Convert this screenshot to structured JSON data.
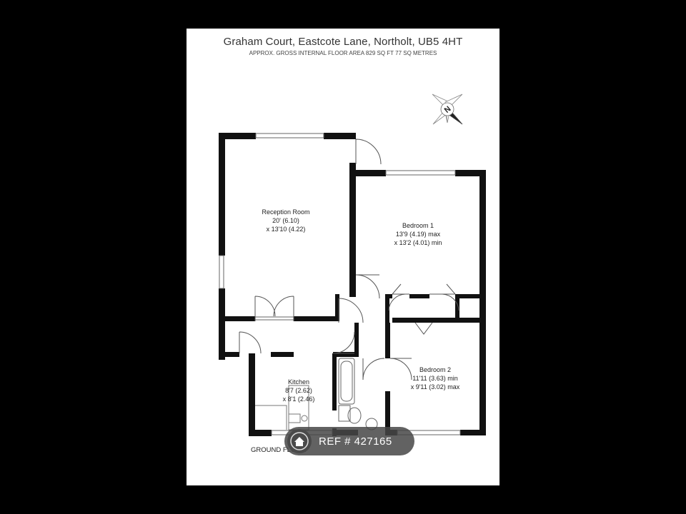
{
  "plan": {
    "title": "Graham Court, Eastcote Lane, Northolt, UB5 4HT",
    "subtitle": "APPROX. GROSS INTERNAL FLOOR AREA 829 SQ FT 77 SQ METRES",
    "compass_letter": "N",
    "floor_label": "GROUND FLOOR",
    "rooms": {
      "reception": {
        "name": "Reception Room",
        "dim1": "20' (6.10)",
        "dim2": "x 13'10 (4.22)"
      },
      "bedroom1": {
        "name": "Bedroom 1",
        "dim1": "13'9 (4.19) max",
        "dim2": "x 13'2 (4.01) min"
      },
      "bedroom2": {
        "name": "Bedroom 2",
        "dim1": "11'11 (3.63) min",
        "dim2": "x 9'11 (3.02) max"
      },
      "kitchen": {
        "name": "Kitchen",
        "dim1": "8'7 (2.62)",
        "dim2": "x 8'1 (2.46)"
      }
    }
  },
  "badge": {
    "text": "REF  #  427165"
  },
  "colors": {
    "wall": "#111111",
    "background": "#000000",
    "sheet": "#ffffff",
    "badge": "#464646"
  }
}
